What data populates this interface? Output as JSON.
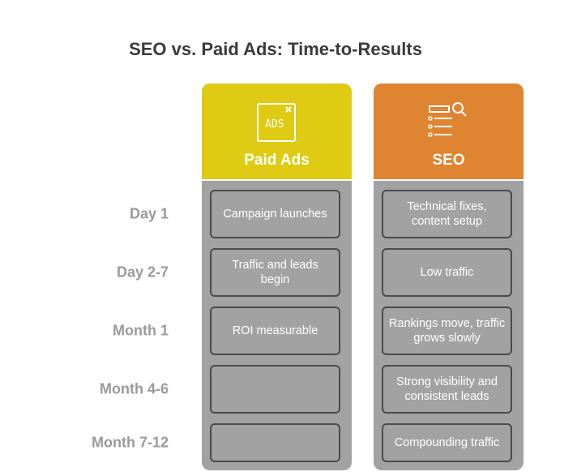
{
  "title": "SEO vs. Paid Ads: Time-to-Results",
  "rows": [
    "Day 1",
    "Day 2-7",
    "Month 1",
    "Month 4-6",
    "Month 7-12"
  ],
  "columns": [
    {
      "label": "Paid Ads",
      "icon": "ads-icon",
      "icon_text": "ADS",
      "color": "#dfcb14",
      "cells": [
        "Campaign launches",
        "Traffic and leads begin",
        "ROI measurable",
        "",
        ""
      ]
    },
    {
      "label": "SEO",
      "icon": "seo-search-list-icon",
      "color": "#df8431",
      "cells": [
        "Technical fixes, content setup",
        "Low traffic",
        "Rankings move, traffic grows slowly",
        "Strong visibility and consistent leads",
        "Compounding traffic"
      ]
    }
  ]
}
